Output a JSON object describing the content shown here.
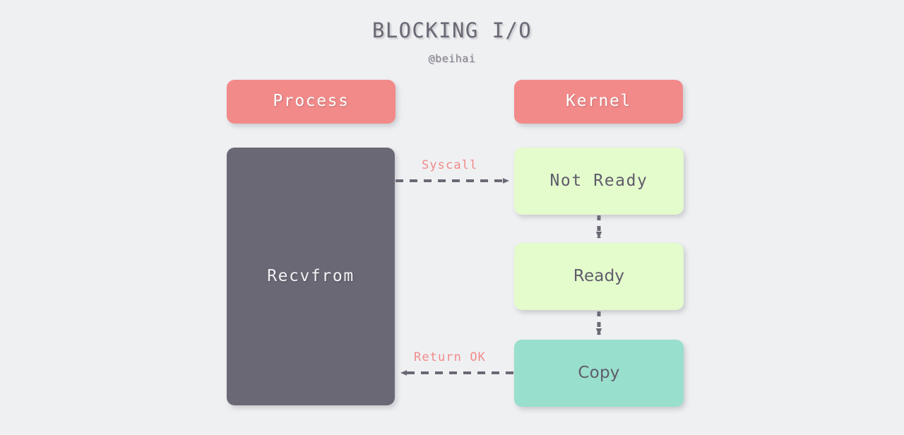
{
  "diagram": {
    "title": "BLOCKING I/O",
    "subtitle": "@beihai",
    "background_color": "#eff0f2",
    "columns": {
      "process": {
        "header_label": "Process",
        "header_color": "#f28a8a",
        "body_label": "Recvfrom",
        "body_color": "#6b6875"
      },
      "kernel": {
        "header_label": "Kernel",
        "header_color": "#f28a8a",
        "states": [
          {
            "label": "Not Ready",
            "color": "#e4fbcc"
          },
          {
            "label": "Ready",
            "color": "#e4fbcc"
          },
          {
            "label": "Copy",
            "color": "#99dfcd"
          }
        ]
      }
    },
    "edges": [
      {
        "label": "Syscall",
        "label_color": "#f28a8a",
        "from": "Recvfrom",
        "to": "Not Ready",
        "style": "dashed",
        "direction": "right"
      },
      {
        "label": "",
        "from": "Not Ready",
        "to": "Ready",
        "style": "dashed",
        "direction": "down"
      },
      {
        "label": "",
        "from": "Ready",
        "to": "Copy",
        "style": "dashed",
        "direction": "down"
      },
      {
        "label": "Return OK",
        "label_color": "#f28a8a",
        "from": "Copy",
        "to": "Recvfrom",
        "style": "dashed",
        "direction": "left"
      }
    ],
    "edge_line_color": "#6b6875"
  }
}
